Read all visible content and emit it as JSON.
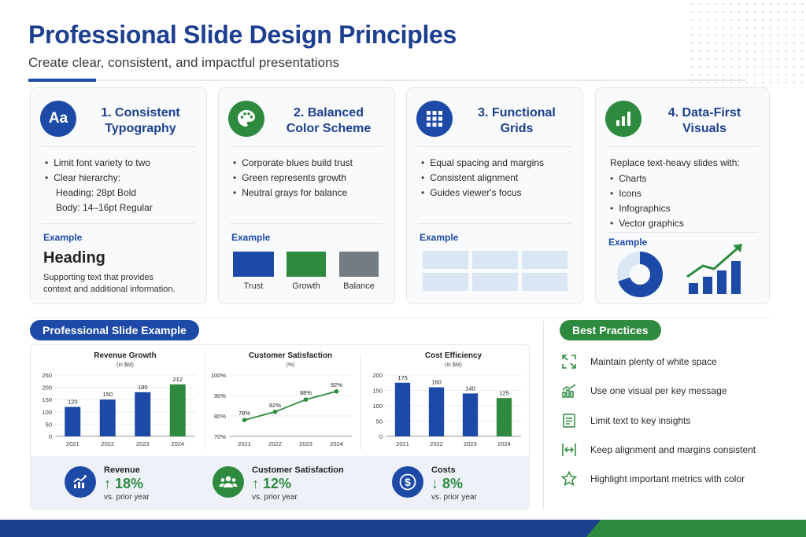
{
  "header": {
    "title": "Professional Slide Design Principles",
    "subtitle": "Create clear, consistent, and impactful presentations"
  },
  "colors": {
    "blue": "#1c4aa6",
    "green": "#2e8a3e",
    "gray": "#737b83",
    "light_blue": "#dbe6f5"
  },
  "cards": [
    {
      "icon": "typography-icon",
      "icon_text": "Aa",
      "title_line1": "1. Consistent",
      "title_line2": "Typography",
      "bullets": [
        "Limit font variety to two",
        "Clear hierarchy:"
      ],
      "sub_bullets": [
        "Heading: 28pt Bold",
        "Body: 14–16pt Regular"
      ],
      "example_label": "Example",
      "example_heading": "Heading",
      "example_text_line1": "Supporting text that provides",
      "example_text_line2": "context and additional information."
    },
    {
      "icon": "palette-icon",
      "title_line1": "2. Balanced",
      "title_line2": "Color Scheme",
      "bullets": [
        "Corporate blues build trust",
        "Green represents growth",
        "Neutral grays for balance"
      ],
      "example_label": "Example",
      "swatches": [
        "Trust",
        "Growth",
        "Balance"
      ]
    },
    {
      "icon": "grid-icon",
      "title_line1": "3. Functional",
      "title_line2": "Grids",
      "bullets": [
        "Equal spacing and margins",
        "Consistent alignment",
        "Guides viewer's focus"
      ],
      "example_label": "Example"
    },
    {
      "icon": "bar-chart-icon",
      "title_line1": "4. Data-First",
      "title_line2": "Visuals",
      "intro": "Replace text-heavy slides with:",
      "bullets": [
        "Charts",
        "Icons",
        "Infographics",
        "Vector graphics"
      ],
      "example_label": "Example",
      "donut_share": 0.7
    }
  ],
  "example_section": {
    "label": "Professional Slide Example"
  },
  "chart_data": [
    {
      "type": "bar",
      "title": "Revenue Growth",
      "subtitle": "(in $M)",
      "categories": [
        "2021",
        "2022",
        "2023",
        "2024"
      ],
      "values": [
        120,
        150,
        180,
        212
      ],
      "ylim": [
        0,
        250
      ],
      "yticks": [
        0,
        50,
        100,
        150,
        200,
        250
      ],
      "highlight_last": true
    },
    {
      "type": "line",
      "title": "Customer Satisfaction",
      "subtitle": "(%)",
      "categories": [
        "2021",
        "2022",
        "2023",
        "2024"
      ],
      "values": [
        78,
        82,
        88,
        92
      ],
      "labels": [
        "78%",
        "82%",
        "88%",
        "92%"
      ],
      "ylim": [
        70,
        100
      ],
      "yticks": [
        "70%",
        "80%",
        "90%",
        "100%"
      ]
    },
    {
      "type": "bar",
      "title": "Cost Efficiency",
      "subtitle": "(in $M)",
      "categories": [
        "2021",
        "2022",
        "2023",
        "2024"
      ],
      "values": [
        175,
        160,
        140,
        125
      ],
      "ylim": [
        0,
        200
      ],
      "yticks": [
        0,
        50,
        100,
        150,
        200
      ],
      "highlight_last": true
    }
  ],
  "kpis": [
    {
      "icon": "trend-up-icon",
      "name": "Revenue",
      "value": "↑ 18%",
      "note": "vs. prior year"
    },
    {
      "icon": "people-icon",
      "name": "Customer Satisfaction",
      "value": "↑ 12%",
      "note": "vs. prior year"
    },
    {
      "icon": "dollar-icon",
      "name": "Costs",
      "value": "↓ 8%",
      "note": "vs. prior year"
    }
  ],
  "best_practices": {
    "label": "Best Practices",
    "items": [
      {
        "icon": "expand-icon",
        "text": "Maintain plenty of white space"
      },
      {
        "icon": "chart-icon",
        "text": "Use one visual per key message"
      },
      {
        "icon": "document-icon",
        "text": "Limit text to key insights"
      },
      {
        "icon": "align-icon",
        "text": "Keep alignment and margins consistent"
      },
      {
        "icon": "star-icon",
        "text": "Highlight important metrics with color"
      }
    ]
  }
}
